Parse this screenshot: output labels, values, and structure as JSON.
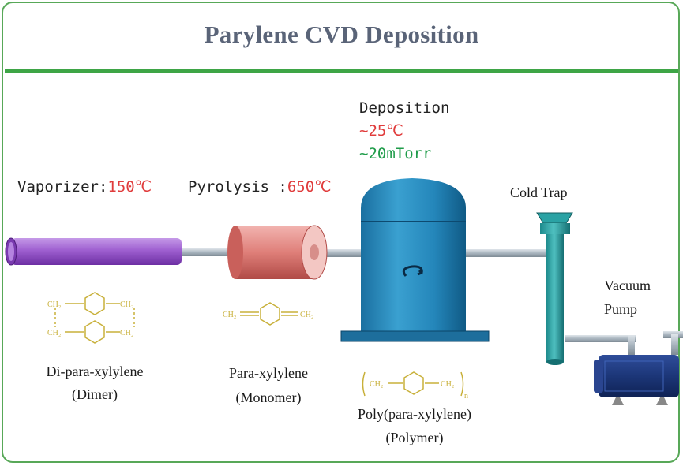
{
  "title": "Parylene CVD Deposition",
  "deposition": {
    "label": "Deposition",
    "temp": "~25℃",
    "pressure": "~20mTorr"
  },
  "vaporizer": {
    "label": "Vaporizer:",
    "temp": "150℃"
  },
  "pyrolysis": {
    "label": "Pyrolysis :",
    "temp": "650℃"
  },
  "cold_trap": "Cold Trap",
  "vacuum_pump": {
    "line1": "Vacuum",
    "line2": "Pump"
  },
  "dimer": {
    "line1": "Di-para-xylylene",
    "line2": "(Dimer)"
  },
  "monomer": {
    "line1": "Para-xylylene",
    "line2": "(Monomer)"
  },
  "polymer": {
    "line1": "Poly(para-xylylene)",
    "line2": "(Polymer)"
  },
  "chem": {
    "ch2": "CH₂",
    "n": "n"
  },
  "colors": {
    "accent_green": "#3ea546",
    "title": "#5a6478",
    "temp_red": "#e03c3c",
    "pressure_green": "#1f9c4a",
    "chem_yellow": "#c8b03a"
  }
}
